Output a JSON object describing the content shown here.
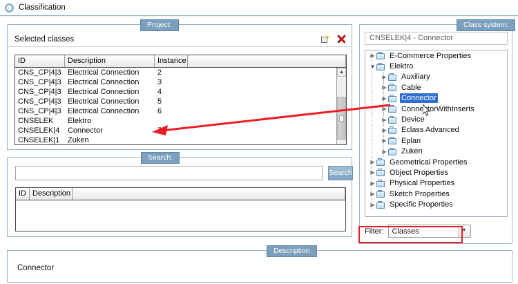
{
  "header": {
    "title": "Classification",
    "icon": "classification-ring-icon"
  },
  "project": {
    "legend": "Project:",
    "toolbar": {
      "new_label": "new-class-icon",
      "delete_label": "delete-class-icon"
    },
    "selected_classes_label": "Selected classes",
    "grid": {
      "columns": [
        "ID",
        "Description",
        "Instance",
        ""
      ],
      "rows": [
        {
          "id": "CNS_CP|4|3",
          "description": "Electrical Connection",
          "instance": "2"
        },
        {
          "id": "CNS_CP|4|3",
          "description": "Electrical Connection",
          "instance": "3"
        },
        {
          "id": "CNS_CP|4|3",
          "description": "Electrical Connection",
          "instance": "4"
        },
        {
          "id": "CNS_CP|4|3",
          "description": "Electrical Connection",
          "instance": "5"
        },
        {
          "id": "CNS_CP|4|3",
          "description": "Electrical Connection",
          "instance": "6"
        },
        {
          "id": "CNSELEK",
          "description": "Elektro",
          "instance": ""
        },
        {
          "id": "CNSELEK|4",
          "description": "Connector",
          "instance": "7"
        },
        {
          "id": "CNSELEK|1",
          "description": "Zuken",
          "instance": ""
        }
      ]
    }
  },
  "search": {
    "legend": "Search:",
    "input_value": "",
    "input_placeholder": "",
    "button_label": "Search",
    "grid": {
      "columns": [
        "ID",
        "Description",
        ""
      ],
      "rows": []
    }
  },
  "class_system": {
    "legend": "Class system:",
    "path": "CNSELEK|4 - Connector",
    "tree": [
      {
        "label": "E-Commerce Properties",
        "level": 0,
        "state": "collapsed",
        "selected": false
      },
      {
        "label": "Elektro",
        "level": 0,
        "state": "expanded",
        "selected": false
      },
      {
        "label": "Auxiliary",
        "level": 1,
        "state": "collapsed",
        "selected": false
      },
      {
        "label": "Cable",
        "level": 1,
        "state": "collapsed",
        "selected": false
      },
      {
        "label": "Connector",
        "level": 1,
        "state": "collapsed",
        "selected": true
      },
      {
        "label": "ConnectorWithInserts",
        "level": 1,
        "state": "collapsed",
        "selected": false
      },
      {
        "label": "Device",
        "level": 1,
        "state": "collapsed",
        "selected": false
      },
      {
        "label": "Eclass Advanced",
        "level": 1,
        "state": "collapsed",
        "selected": false
      },
      {
        "label": "Eplan",
        "level": 1,
        "state": "collapsed",
        "selected": false
      },
      {
        "label": "Zuken",
        "level": 1,
        "state": "collapsed",
        "selected": false
      },
      {
        "label": "Geometrical Properties",
        "level": 0,
        "state": "collapsed",
        "selected": false
      },
      {
        "label": "Object Properties",
        "level": 0,
        "state": "collapsed",
        "selected": false
      },
      {
        "label": "Physical Properties",
        "level": 0,
        "state": "collapsed",
        "selected": false
      },
      {
        "label": "Sketch Properties",
        "level": 0,
        "state": "collapsed",
        "selected": false
      },
      {
        "label": "Specific Properties",
        "level": 0,
        "state": "collapsed",
        "selected": false
      }
    ],
    "filter": {
      "label": "Filter:",
      "value": "Classes",
      "highlight_color": "#ed1c24"
    }
  },
  "description": {
    "legend": "Description",
    "text": "Connector"
  },
  "annotation": {
    "arrow_color": "#ed1c24",
    "from": "tree-node-connector",
    "to": "grid-instance-7"
  },
  "colors": {
    "legend_bg": "#7b9fbd",
    "panel_border": "#96b4ca",
    "selection_blue": "#2f6fd0",
    "annotation_red": "#ed1c24"
  }
}
